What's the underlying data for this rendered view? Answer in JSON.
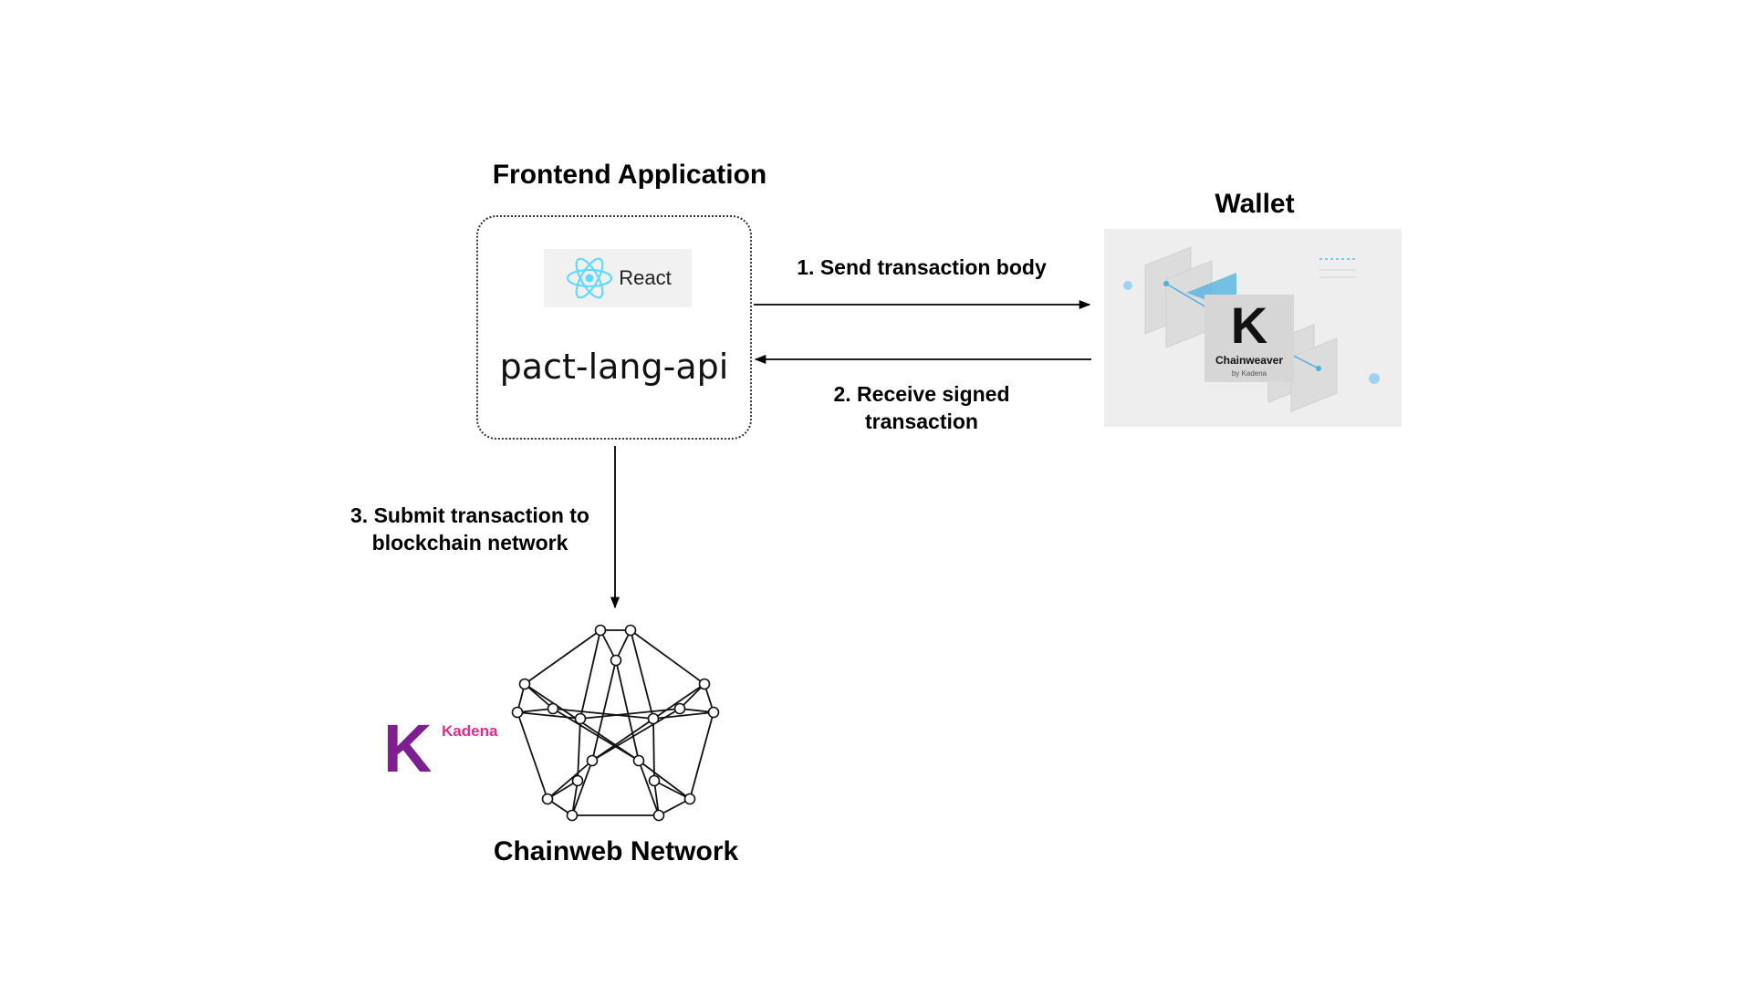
{
  "frontend": {
    "title": "Frontend Application",
    "framework_label": "React",
    "library_label": "pact-lang-api"
  },
  "wallet": {
    "title": "Wallet",
    "app_name": "Chainweaver",
    "app_byline": "by Kadena",
    "logo_letter": "K"
  },
  "steps": {
    "send": "1. Send transaction body",
    "receive_line1": "2. Receive signed",
    "receive_line2": "transaction",
    "submit_line1": "3. Submit transaction to",
    "submit_line2": "blockchain network"
  },
  "network": {
    "title": "Chainweb Network",
    "brand_letter": "K",
    "brand_name": "Kadena"
  },
  "colors": {
    "react": "#61dafb",
    "kadena_purple": "#7d1f8f",
    "kadena_pink": "#e02d8c",
    "wallet_accent": "#4ab0e0"
  }
}
